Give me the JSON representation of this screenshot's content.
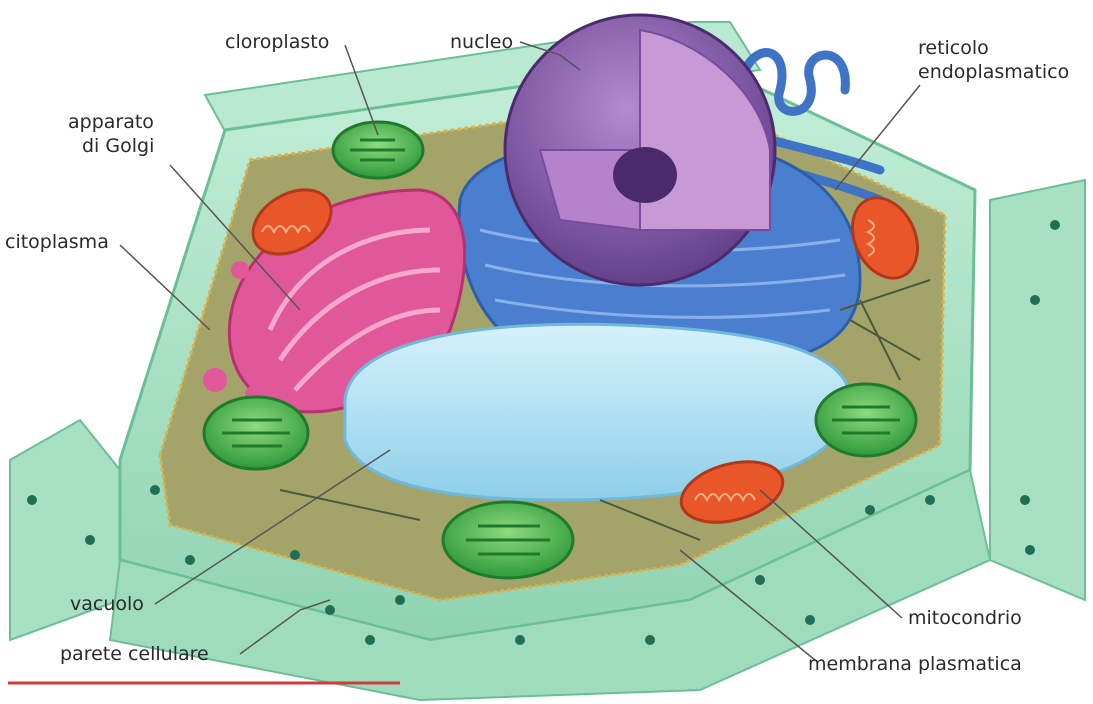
{
  "diagram": {
    "labels": {
      "cloroplasto": "cloroplasto",
      "nucleo": "nucleo",
      "reticolo_line1": "reticolo",
      "reticolo_line2": "endoplasmatico",
      "golgi_line1": "apparato",
      "golgi_line2": "di Golgi",
      "citoplasma": "citoplasma",
      "vacuolo": "vacuolo",
      "parete": "parete cellulare",
      "mitocondrio": "mitocondrio",
      "membrana": "membrana plasmatica"
    },
    "colors": {
      "wall": "#aee3c8",
      "wall_dark": "#7fcfa8",
      "cytoplasm": "#a4a46a",
      "membrane": "#d9b24a",
      "chloroplast": "#3fae4a",
      "golgi": "#e0589a",
      "mitochondria": "#e8562a",
      "nucleus": "#8a5aa8",
      "er": "#3f73c6",
      "vacuole": "#a9dcf2",
      "accent_line": "#d23b3b"
    }
  }
}
